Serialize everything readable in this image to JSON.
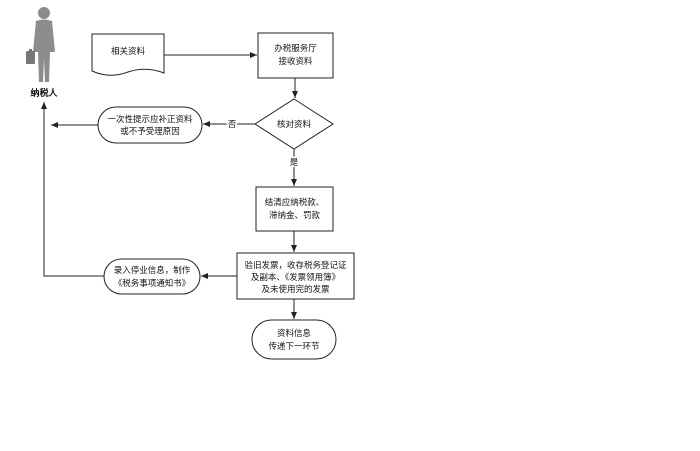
{
  "diagram": {
    "actor": {
      "label": "纳税人",
      "icon": "person-icon"
    },
    "nodes": {
      "docs": {
        "label": "相关资料"
      },
      "receive": {
        "lines": [
          "办税服务厅",
          "接收资料"
        ]
      },
      "check": {
        "label": "核对资料"
      },
      "reject": {
        "lines": [
          "一次性提示应补正资料",
          "或不予受理原因"
        ]
      },
      "settle": {
        "lines": [
          "结清应纳税款、",
          "滞纳金、罚款"
        ]
      },
      "verify": {
        "lines": [
          "验旧发票，收存税务登记证",
          "及副本、《发票领用簿》",
          "及未使用完的发票"
        ]
      },
      "record": {
        "lines": [
          "录入停业信息，制作",
          "《税务事项通知书》"
        ]
      },
      "transfer": {
        "lines": [
          "资料信息",
          "传递下一环节"
        ]
      }
    },
    "edge_labels": {
      "no": "否",
      "yes": "是"
    },
    "colors": {
      "line": "#222222",
      "actor": "#8c8c8c"
    }
  }
}
